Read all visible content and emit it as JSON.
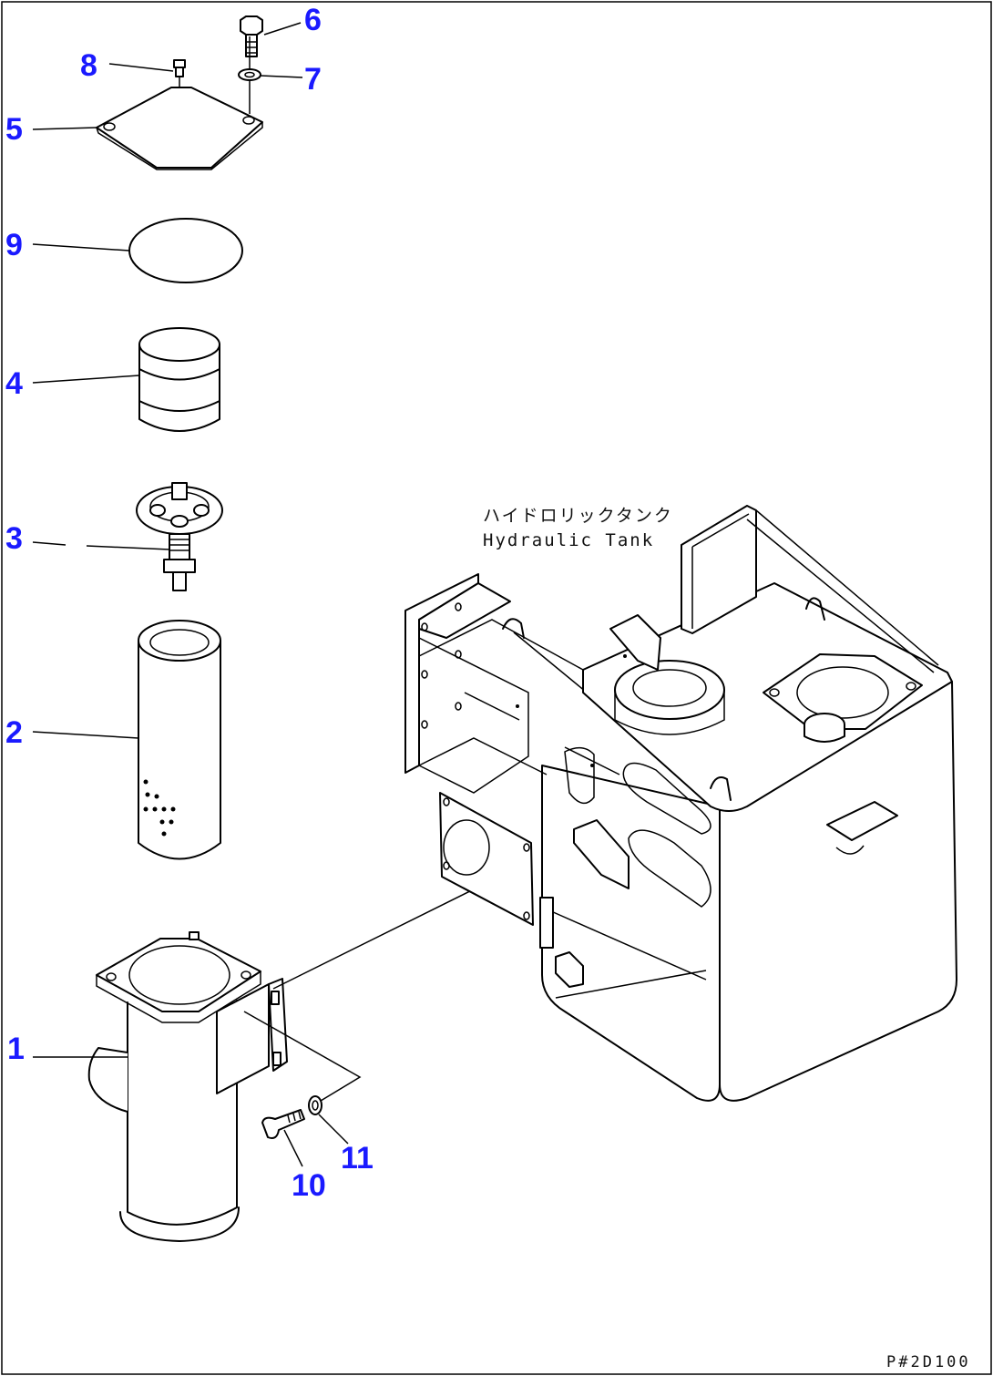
{
  "callouts": {
    "c1": "1",
    "c2": "2",
    "c3": "3",
    "c4": "4",
    "c5": "5",
    "c6": "6",
    "c7": "7",
    "c8": "8",
    "c9": "9",
    "c10": "10",
    "c11": "11"
  },
  "tank_label": {
    "japanese": "ハイドロリックタンク",
    "english": "Hydraulic Tank"
  },
  "drawing_code": "P#2D100",
  "colors": {
    "callout": "#1a1aff",
    "line": "#000000",
    "background": "#ffffff"
  }
}
